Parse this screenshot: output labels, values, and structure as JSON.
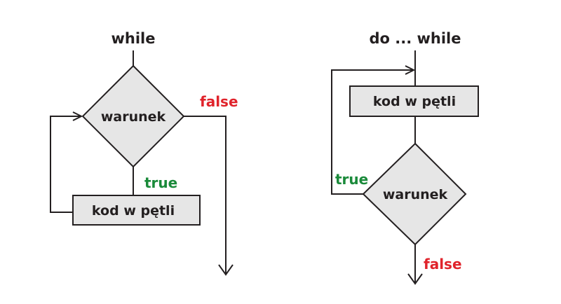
{
  "colors": {
    "true_label": "#1a8a3a",
    "false_label": "#e0232b",
    "node_fill": "#e6e6e6",
    "stroke": "#231f20"
  },
  "while_diagram": {
    "title": "while",
    "condition": "warunek",
    "body": "kod w pętli",
    "true_label": "true",
    "false_label": "false"
  },
  "do_while_diagram": {
    "title": "do ... while",
    "body": "kod w pętli",
    "condition": "warunek",
    "true_label": "true",
    "false_label": "false"
  }
}
